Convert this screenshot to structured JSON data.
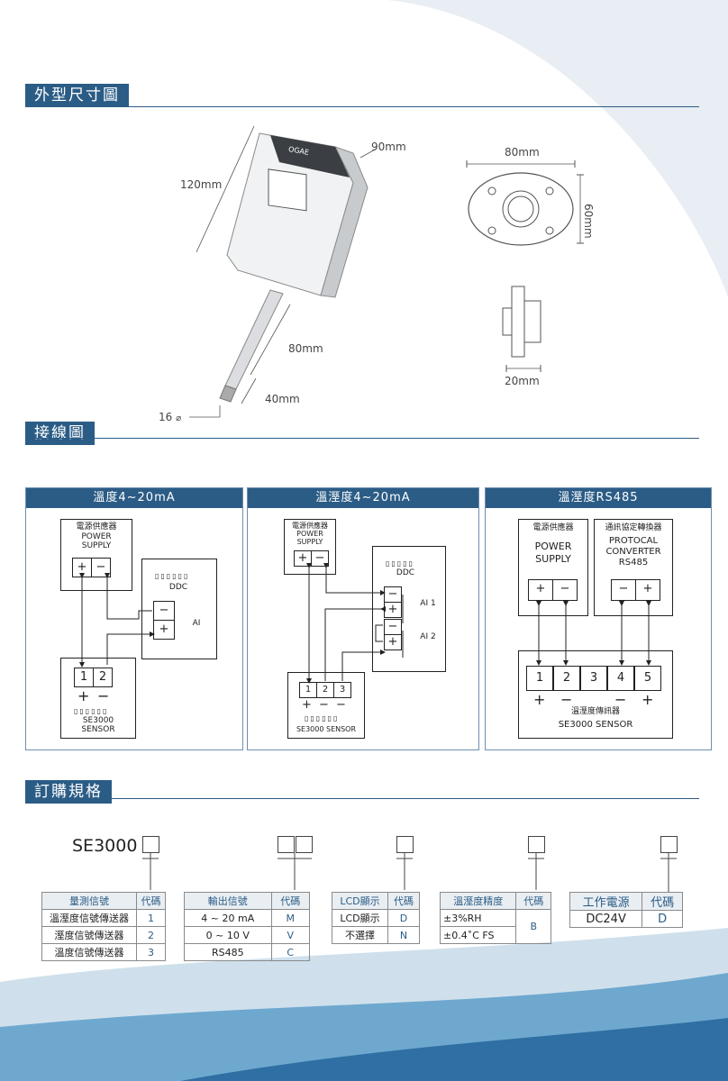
{
  "sections": {
    "dimensions_title": "外型尺寸圖",
    "wiring_title": "接線圖",
    "order_title": "訂購規格"
  },
  "dimensions": {
    "brand": "OGAE",
    "height": "120mm",
    "depth": "90mm",
    "width_front": "80mm",
    "height_front": "60mm",
    "probe_length": "80mm",
    "probe_tip": "40mm",
    "probe_diameter": "16",
    "side_depth": "20mm"
  },
  "wiring": {
    "panels": [
      {
        "title": "溫度4~20mA",
        "power_cn": "電源供應器",
        "power_en_1": "POWER",
        "power_en_2": "SUPPLY",
        "ddc": "DDC",
        "ai": "AI",
        "terminals": [
          "1",
          "2"
        ],
        "sensor_1": "SE3000",
        "sensor_2": "SENSOR"
      },
      {
        "title": "溫溼度4~20mA",
        "power_cn": "電源供應器",
        "power_en_1": "POWER",
        "power_en_2": "SUPPLY",
        "ddc": "DDC",
        "ai1": "AI 1",
        "ai2": "AI 2",
        "terminals": [
          "1",
          "2",
          "3"
        ],
        "sensor": "SE3000   SENSOR"
      },
      {
        "title": "溫溼度RS485",
        "power_cn": "電源供應器",
        "power_en_1": "POWER",
        "power_en_2": "SUPPLY",
        "conv_cn": "通訊協定轉換器",
        "conv_en_1": "PROTOCAL",
        "conv_en_2": "CONVERTER",
        "conv_en_3": "RS485",
        "terminals": [
          "1",
          "2",
          "3",
          "4",
          "5"
        ],
        "sensor_cn": "溫溼度傳訊器",
        "sensor": "SE3000   SENSOR"
      }
    ]
  },
  "order": {
    "model": "SE3000",
    "table1": {
      "h1": "量測信號",
      "h2": "代碼",
      "rows": [
        [
          "溫溼度信號傳送器",
          "1"
        ],
        [
          "溼度信號傳送器",
          "2"
        ],
        [
          "溫度信號傳送器",
          "3"
        ]
      ]
    },
    "table2": {
      "h1": "輸出信號",
      "h2": "代碼",
      "rows": [
        [
          "4 ~ 20 mA",
          "M"
        ],
        [
          "0 ~ 10 V",
          "V"
        ],
        [
          "RS485",
          "C"
        ]
      ]
    },
    "table3": {
      "h1": "LCD顯示",
      "h2": "代碼",
      "rows": [
        [
          "LCD顯示",
          "D"
        ],
        [
          "不選擇",
          "N"
        ]
      ]
    },
    "table4": {
      "h1": "溫溼度精度",
      "h2": "代碼",
      "rows": [
        [
          "±3%RH",
          "B"
        ],
        [
          "±0.4˚C FS",
          ""
        ]
      ]
    },
    "table5": {
      "h1": "工作電源",
      "h2": "代碼",
      "rows": [
        [
          "DC24V",
          "D"
        ]
      ]
    }
  },
  "colors": {
    "accent": "#2b5c86",
    "light_bg": "#dfe9f2"
  }
}
